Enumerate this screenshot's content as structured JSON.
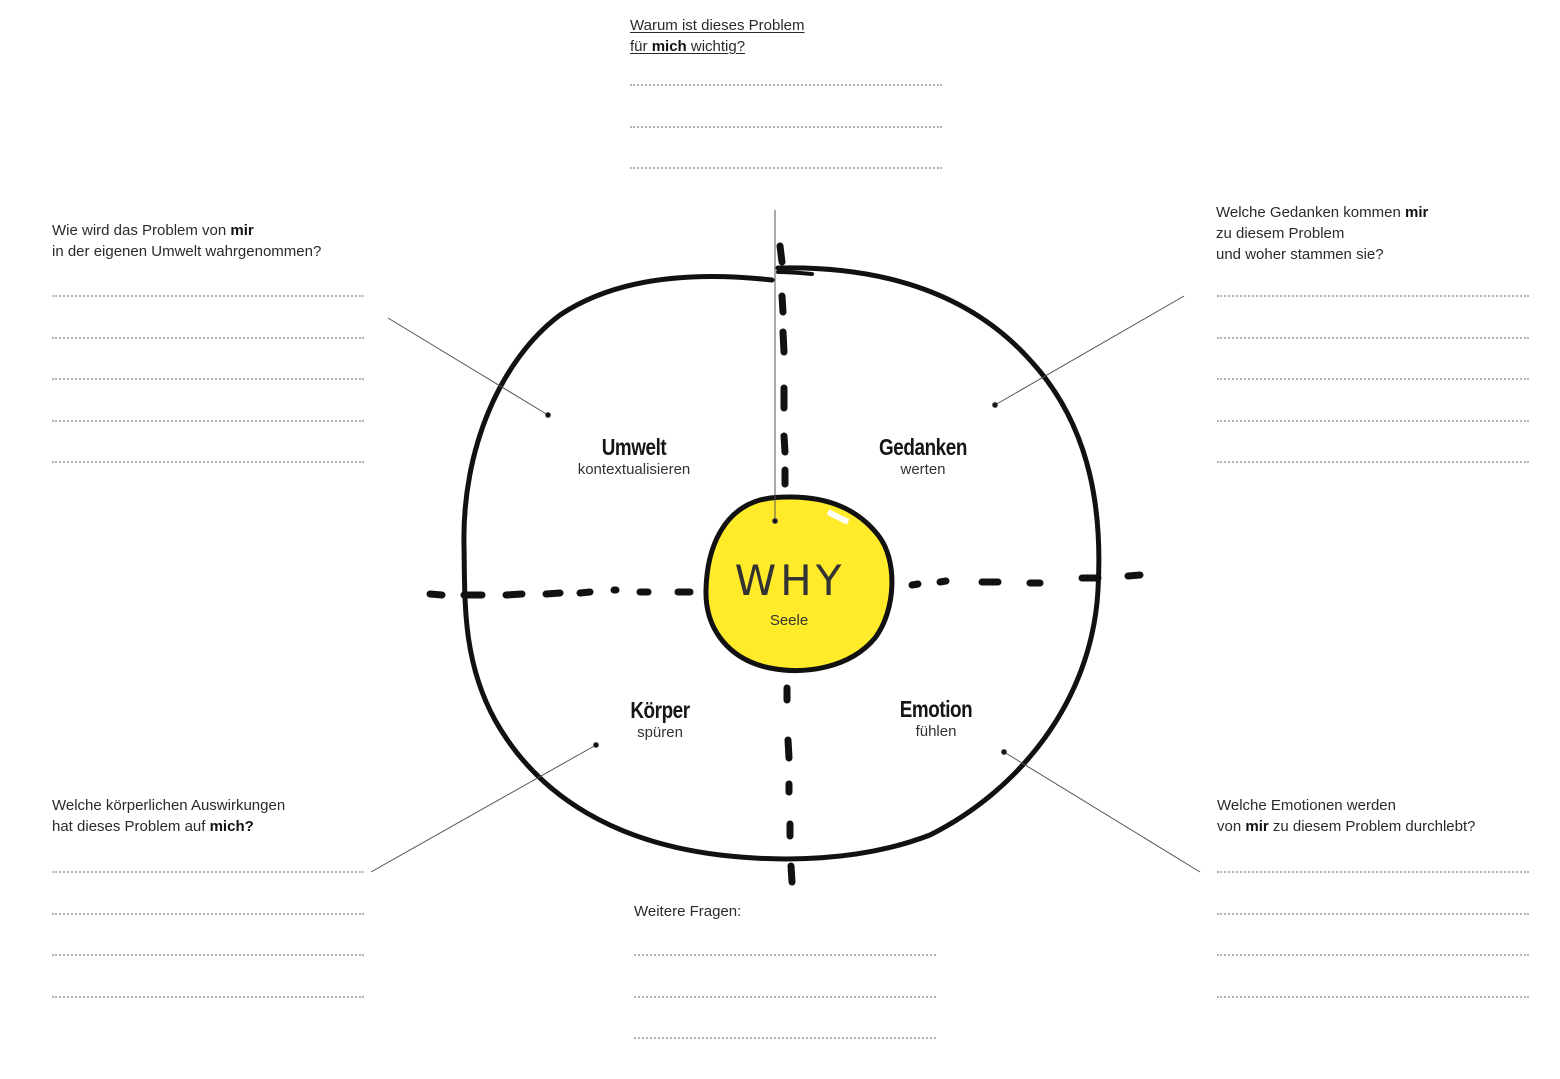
{
  "questions": {
    "top": {
      "l1": "Warum ist dieses Problem ",
      "l2a": "für ",
      "l2b": "mich",
      "l2c": " wichtig?"
    },
    "umwelt": {
      "l1a": "Wie wird das Problem von ",
      "l1b": "mir",
      "l2": "in der eigenen Umwelt wahrgenommen?"
    },
    "gedanken": {
      "l1a": "Welche Gedanken kommen ",
      "l1b": "mir",
      "l2": "zu diesem Problem",
      "l3": "und woher stammen sie?"
    },
    "koerper": {
      "l1": "Welche körperlichen Auswirkungen",
      "l2a": "hat dieses Problem auf ",
      "l2b": "mich?"
    },
    "emotion": {
      "l1": "Welche Emotionen werden",
      "l2a": "von ",
      "l2b": "mir",
      "l2c": " zu diesem Problem durchlebt?"
    },
    "bottom": {
      "l1": "Weitere Fragen:"
    }
  },
  "quadrants": {
    "umwelt": {
      "title": "Umwelt",
      "sub": "kontextualisieren"
    },
    "gedanken": {
      "title": "Gedanken",
      "sub": "werten"
    },
    "koerper": {
      "title": "Körper",
      "sub": "spüren"
    },
    "emotion": {
      "title": "Emotion",
      "sub": "fühlen"
    }
  },
  "center": {
    "title": "WHY",
    "sub": "Seele",
    "fill": "#ffeb2a"
  },
  "colors": {
    "ink": "#111111",
    "guide": "#555555",
    "dots": "#b5b5b5"
  }
}
